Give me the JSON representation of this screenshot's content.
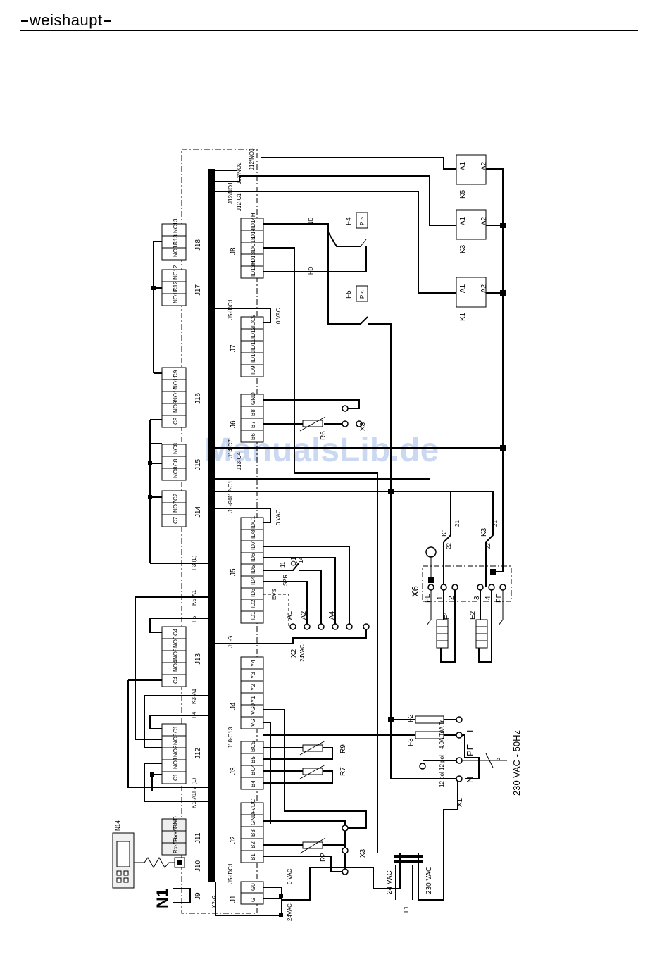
{
  "header": {
    "brand": "weishaupt"
  },
  "watermark": "ManualsLib.de",
  "controller": {
    "name": "N1",
    "module": "N14",
    "ports": [
      "J10",
      "J11"
    ],
    "supply_24": "24VAC",
    "supply_0": "0 VAC",
    "bus_labels": [
      "X2-G",
      "J5-IDC1",
      "J18-C13",
      "J1-G",
      "J1-G0",
      "J12-C1",
      "J13-C4",
      "J14-C7",
      "J5-IDC1",
      "J12-C1",
      "J12/NO1",
      "J12/NO2",
      "J12/NO3"
    ]
  },
  "connectors": {
    "J1": {
      "label": "J1",
      "pins": [
        "G",
        "G0"
      ]
    },
    "J2": {
      "label": "J2",
      "pins": [
        "B1",
        "B2",
        "B3",
        "GND",
        "+VDC"
      ]
    },
    "J3": {
      "label": "J3",
      "pins": [
        "B4",
        "BC4",
        "B5",
        "BC5"
      ]
    },
    "J4": {
      "label": "J4",
      "pins": [
        "VG",
        "VG0",
        "Y1",
        "Y2",
        "Y3",
        "Y4"
      ]
    },
    "J5": {
      "label": "J5",
      "pins": [
        "ID1",
        "ID2",
        "ID3",
        "ID4",
        "ID5",
        "ID6",
        "ID7",
        "ID8",
        "IDC1"
      ]
    },
    "J6": {
      "label": "J6",
      "pins": [
        "B6",
        "B7",
        "B8",
        "GND"
      ]
    },
    "J7": {
      "label": "J7",
      "pins": [
        "ID9",
        "ID10",
        "ID11",
        "ID12",
        "IDC9"
      ]
    },
    "J8": {
      "label": "J8",
      "pins": [
        "ID13H",
        "ID13",
        "IDC13",
        "ID14",
        "ID14H"
      ]
    },
    "J9": {
      "label": "J9"
    },
    "J10": {
      "label": "J10"
    },
    "J11": {
      "label": "J11",
      "pins": [
        "Rx-/Tx-",
        "Rx+/Tx+",
        "GND"
      ]
    },
    "J12": {
      "label": "J12",
      "pins": [
        "C1",
        "NO1",
        "NO2",
        "NO3",
        "C1"
      ]
    },
    "J13": {
      "label": "J13",
      "pins": [
        "C4",
        "NO4",
        "NO5",
        "NO6",
        "C4"
      ]
    },
    "J14": {
      "label": "J14",
      "pins": [
        "C7",
        "NO7",
        "C7"
      ]
    },
    "J15": {
      "label": "J15",
      "pins": [
        "NO8",
        "C8",
        "NC8"
      ]
    },
    "J16": {
      "label": "J16",
      "pins": [
        "C9",
        "NO9",
        "NO10",
        "NO11",
        "C9"
      ]
    },
    "J17": {
      "label": "J17",
      "pins": [
        "NO12",
        "C12",
        "NC12"
      ]
    },
    "J18": {
      "label": "J18",
      "pins": [
        "NO13",
        "C13",
        "NC13"
      ]
    }
  },
  "relays": {
    "K1": {
      "label": "K1",
      "a1": "A1",
      "a2": "A2"
    },
    "K3": {
      "label": "K3",
      "a1": "A1",
      "a2": "A2"
    },
    "K5": {
      "label": "K5",
      "a1": "A1",
      "a2": "A2"
    }
  },
  "pressure_switches": {
    "F4": {
      "label": "F4",
      "symbol": "P >",
      "tag": "ND"
    },
    "F5": {
      "label": "F5",
      "symbol": "P <",
      "tag": "HD"
    }
  },
  "fuses": {
    "F2": {
      "label": "F2",
      "rating": "4,0A Tr"
    },
    "F3": {
      "label": "F3",
      "rating": "4,0A Tr"
    }
  },
  "left_labels": [
    "F3 (L)",
    "K5-A1",
    "F5",
    "K3-A1",
    "F4",
    "F2 (L)",
    "K1-A1"
  ],
  "sensors": {
    "R2": "R2",
    "R6": "R6",
    "R7": "R7",
    "R9": "R9"
  },
  "x_labels": {
    "X1": "X1",
    "X2": "X2",
    "X3a": "X3",
    "X3b": "X3",
    "X6": "X6",
    "X2_sub": "24VAC"
  },
  "x2_pins": [
    "A1",
    "A2",
    "A4"
  ],
  "q1": {
    "label": "Q1",
    "pins": [
      "11",
      "14"
    ],
    "spr": "SPR",
    "evs": "EVS"
  },
  "x6": {
    "terminals": [
      "PE",
      "1",
      "2",
      "3",
      "4",
      "PE"
    ],
    "heaters": [
      "E1",
      "E2"
    ],
    "contacts": {
      "k1": "K1",
      "k3": "K3",
      "c21": "21",
      "c22": "22"
    }
  },
  "transformer": {
    "label": "T1",
    "primary": "230 VAC",
    "secondary": "24 VAC"
  },
  "mains": {
    "label": "230 VAC - 50Hz",
    "L": "L",
    "PE": "PE",
    "N": "N",
    "wires": "3",
    "plug": "12 pol"
  }
}
